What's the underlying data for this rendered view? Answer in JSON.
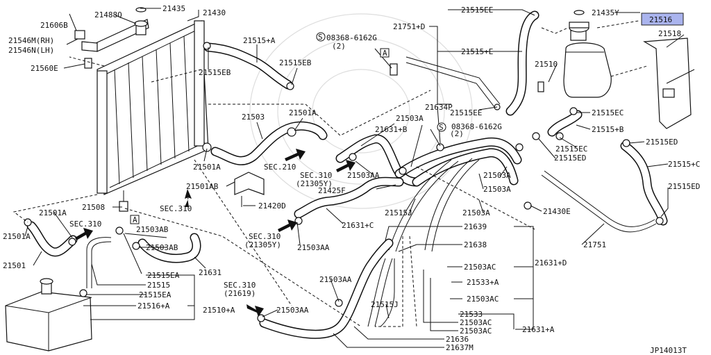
{
  "diagram_id": "JP14013T",
  "highlighted_part": "21516",
  "labels": {
    "p21435": "21435",
    "p21430": "21430",
    "p21488q": "21488Q",
    "p21606b": "21606B",
    "p21546m": "21546M(RH)",
    "p21546n": "21546N(LH)",
    "p21560e": "21560E",
    "p21515a": "21515+A",
    "p21515eb_top": "21515EB",
    "p21515eb_mid": "21515EB",
    "p08368_top": "08368-6162G",
    "p08368_top_qty": "(2)",
    "p21751d": "21751+D",
    "p21515ee_top": "21515EE",
    "p21515e": "21515+E",
    "p21515ee_mid": "21515EE",
    "p21510": "21510",
    "p21435y": "21435Y",
    "p21516": "21516",
    "p21518": "21518",
    "p21515ec_top": "21515EC",
    "p21515b": "21515+B",
    "p21515ec_mid": "21515EC",
    "p21515ed_top": "21515ED",
    "p21515ed_mid": "21515ED",
    "p21515c": "21515+C",
    "p21515ed_right": "21515ED",
    "p08368_mid": "08368-6162G",
    "p08368_mid_qty": "(2)",
    "p21634p": "21634P",
    "p21631b": "21631+B",
    "p21503a_1": "21503A",
    "p21503": "21503",
    "p21501a_top": "21501A",
    "p21501a_mid": "21501A",
    "sec210": "SEC.210",
    "sec310_a": "SEC.310",
    "sec310_a_sub": "(21305Y)",
    "p21503aa_1": "21503AA",
    "p21425f": "21425F",
    "p21503a_2": "21503A",
    "p21503a_3": "21503A",
    "p21503a_4": "21503A",
    "p21501ab": "21501AB",
    "p21420d": "21420D",
    "p21515j_top": "21515J",
    "p21430e": "21430E",
    "p21631c": "21631+C",
    "sec310_b": "SEC.310",
    "sec310_b_sub": "(21305Y)",
    "p21503aa_2": "21503AA",
    "p21639": "21639",
    "p21751": "21751",
    "p21508": "21508",
    "sec310_c": "SEC.310",
    "p21501a_left": "21501A",
    "p21501a_left2": "21501A",
    "sec310_d": "SEC.310",
    "p21503ab_top": "21503AB",
    "p21503ab_bot": "21503AB",
    "p21638": "21638",
    "p21501": "21501",
    "p21631": "21631",
    "p21503ac_1": "21503AC",
    "p21631d": "21631+D",
    "p21533a": "21533+A",
    "p21503aa_3": "21503AA",
    "p21503ac_2": "21503AC",
    "p21515ea_1": "21515EA",
    "p21515": "21515",
    "p21515ea_2": "21515EA",
    "p21516a": "21516+A",
    "p21510a": "21510+A",
    "sec310_e": "SEC.310",
    "sec310_e_sub": "(21619)",
    "p21503aa_4": "21503AA",
    "p21515j_bot": "21515J",
    "p21533": "21533",
    "p21503ac_3": "21503AC",
    "p21503ac_4": "21503AC",
    "p21631a": "21631+A",
    "p21636": "21636",
    "p21637m": "21637M",
    "ref_a_1": "A",
    "ref_a_2": "A",
    "circle_s": "S"
  },
  "colors": {
    "line": "#111111",
    "highlight_bg": "#aab4ee",
    "background": "#ffffff"
  }
}
